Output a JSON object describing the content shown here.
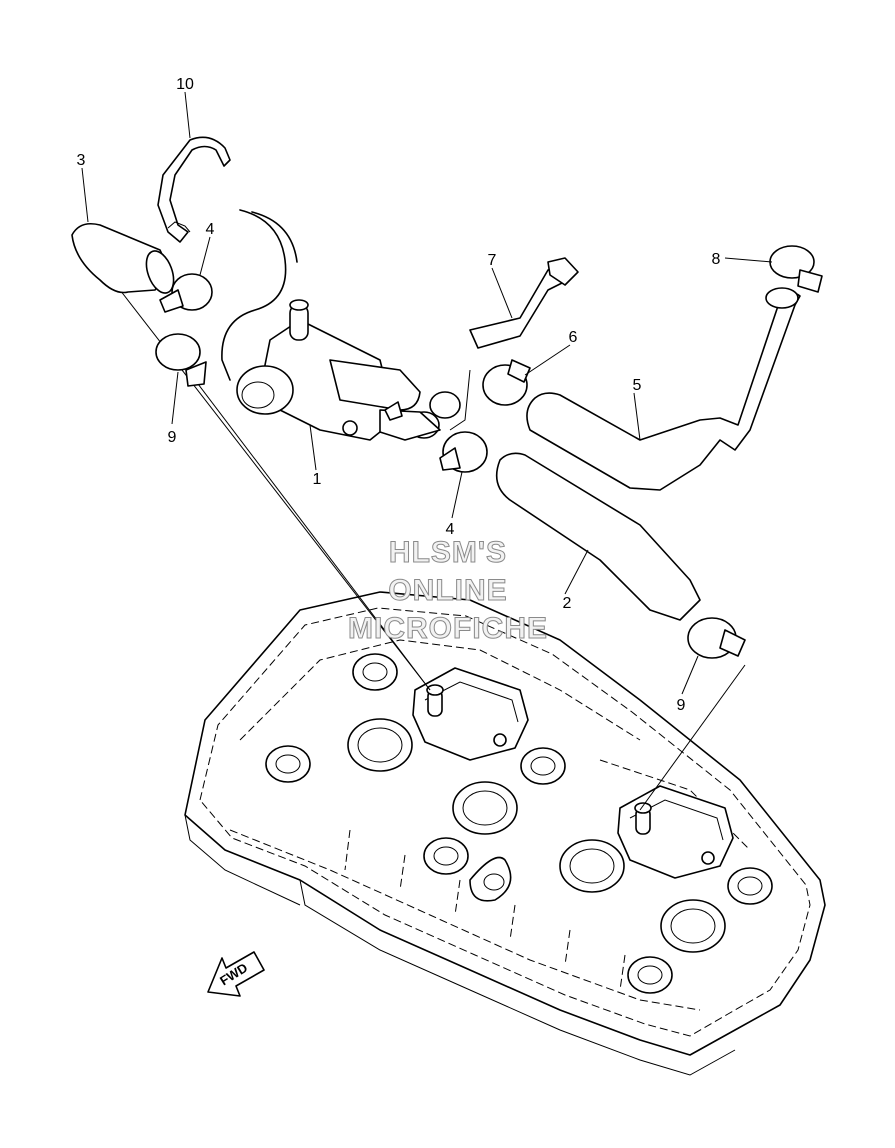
{
  "callouts": [
    {
      "id": "c10",
      "text": "10"
    },
    {
      "id": "c3",
      "text": "3"
    },
    {
      "id": "c4a",
      "text": "4"
    },
    {
      "id": "c9a",
      "text": "9"
    },
    {
      "id": "c1",
      "text": "1"
    },
    {
      "id": "c4b",
      "text": "4"
    },
    {
      "id": "c7",
      "text": "7"
    },
    {
      "id": "c6",
      "text": "6"
    },
    {
      "id": "c8",
      "text": "8"
    },
    {
      "id": "c5",
      "text": "5"
    },
    {
      "id": "c2",
      "text": "2"
    },
    {
      "id": "c9b",
      "text": "9"
    }
  ],
  "watermark": {
    "line1": "HLSM'S",
    "line2": "ONLINE",
    "line3": "MICROFICHE"
  },
  "direction_marker": {
    "text": "FWD"
  }
}
